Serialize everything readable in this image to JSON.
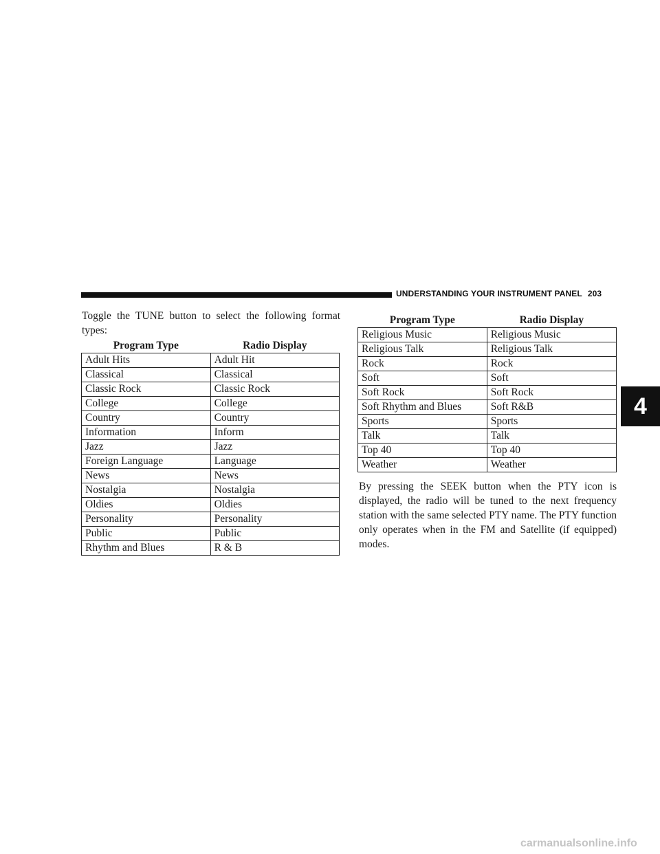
{
  "header": {
    "section_title": "UNDERSTANDING YOUR INSTRUMENT PANEL",
    "page_number": "203",
    "chapter_tab": "4"
  },
  "intro_text": "Toggle the TUNE button to select the following format types:",
  "table_left": {
    "headers": [
      "Program Type",
      "Radio Display"
    ],
    "rows": [
      [
        "Adult Hits",
        "Adult Hit"
      ],
      [
        "Classical",
        "Classical"
      ],
      [
        "Classic Rock",
        "Classic Rock"
      ],
      [
        "College",
        "College"
      ],
      [
        "Country",
        "Country"
      ],
      [
        "Information",
        "Inform"
      ],
      [
        "Jazz",
        "Jazz"
      ],
      [
        "Foreign Language",
        "Language"
      ],
      [
        "News",
        "News"
      ],
      [
        "Nostalgia",
        "Nostalgia"
      ],
      [
        "Oldies",
        "Oldies"
      ],
      [
        "Personality",
        "Personality"
      ],
      [
        "Public",
        "Public"
      ],
      [
        "Rhythm and Blues",
        "R & B"
      ]
    ]
  },
  "table_right": {
    "headers": [
      "Program Type",
      "Radio Display"
    ],
    "rows": [
      [
        "Religious Music",
        "Religious Music"
      ],
      [
        "Religious Talk",
        "Religious Talk"
      ],
      [
        "Rock",
        "Rock"
      ],
      [
        "Soft",
        "Soft"
      ],
      [
        "Soft Rock",
        "Soft Rock"
      ],
      [
        "Soft Rhythm and Blues",
        "Soft R&B"
      ],
      [
        "Sports",
        "Sports"
      ],
      [
        "Talk",
        "Talk"
      ],
      [
        "Top 40",
        "Top 40"
      ],
      [
        "Weather",
        "Weather"
      ]
    ]
  },
  "body_text": "By pressing the SEEK button when the PTY icon is displayed, the radio will be tuned to the next frequency station with the same selected PTY name. The PTY function only operates when in the FM and Satellite (if equipped) modes.",
  "watermark": "carmanualsonline.info"
}
